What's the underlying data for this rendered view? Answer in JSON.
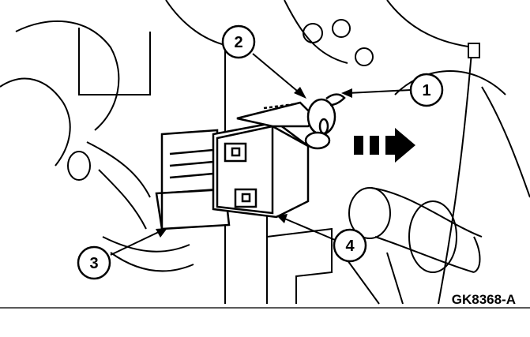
{
  "figure": {
    "id_label": "GK8368-A",
    "callouts": [
      {
        "number": "1",
        "label": "1"
      },
      {
        "number": "2",
        "label": "2"
      },
      {
        "number": "3",
        "label": "3"
      },
      {
        "number": "4",
        "label": "4"
      }
    ],
    "colors": {
      "ink": "#000000",
      "background": "#ffffff",
      "rule": "#222222"
    },
    "icons": [
      "direction-arrow-icon"
    ]
  }
}
